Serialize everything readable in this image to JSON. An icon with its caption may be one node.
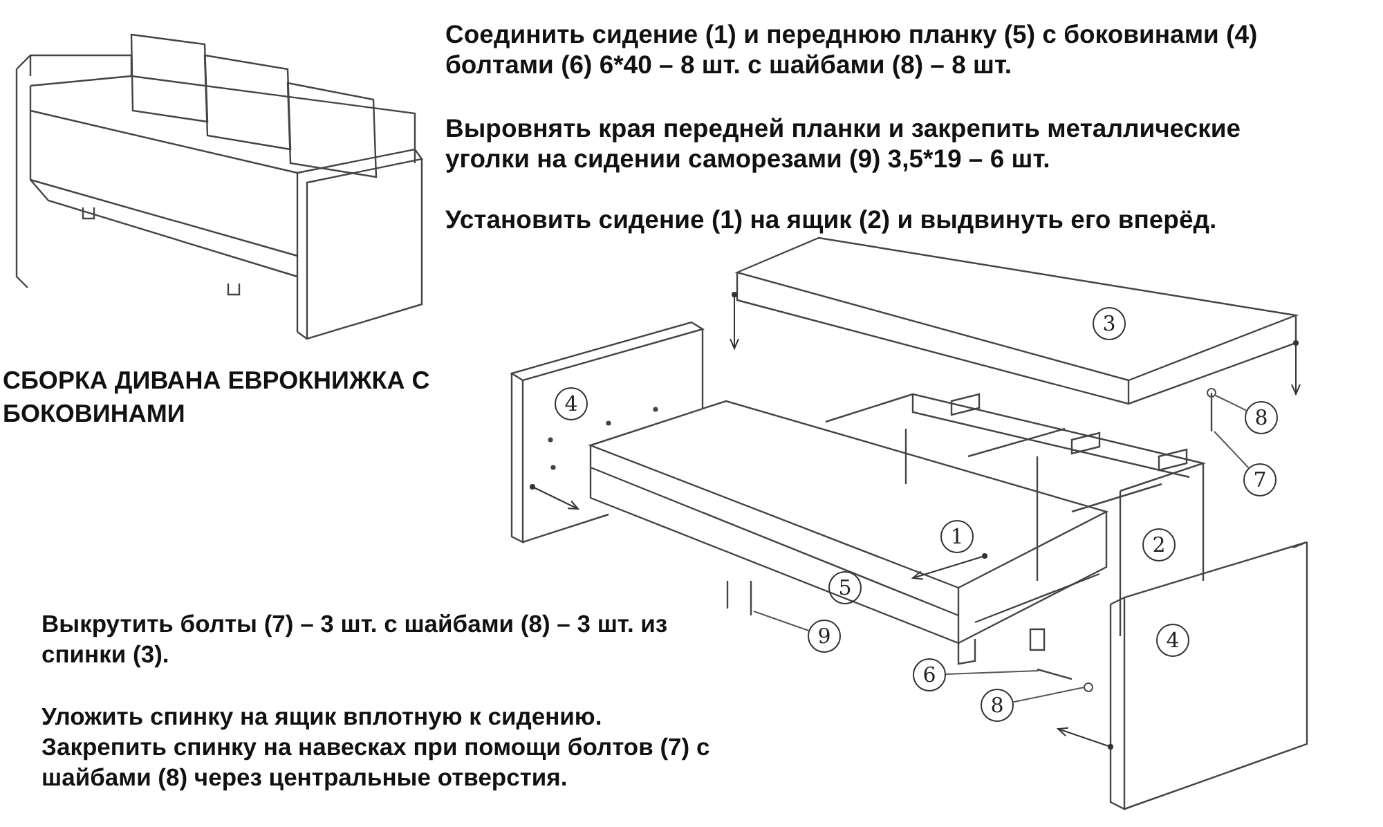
{
  "diagram": {
    "title": "СБОРКА ДИВАНА ЕВРОКНИЖКА С БОКОВИНАМИ",
    "nodes": [
      {
        "text": [
          "3"
        ]
      },
      {
        "text": [
          "4"
        ]
      },
      {
        "text": [
          "8"
        ]
      },
      {
        "text": [
          "7"
        ]
      },
      {
        "text": [
          "1"
        ]
      },
      {
        "text": [
          "2"
        ]
      },
      {
        "text": [
          "5"
        ]
      },
      {
        "text": [
          "9"
        ]
      },
      {
        "text": [
          "4"
        ]
      },
      {
        "text": [
          "6"
        ]
      },
      {
        "text": [
          "8"
        ]
      }
    ],
    "edges": [
      {
        "from": 2,
        "to": null,
        "arrow": "none"
      },
      {
        "from": 3,
        "to": null,
        "arrow": "none"
      },
      {
        "from": 7,
        "to": null,
        "arrow": "none"
      },
      {
        "from": 9,
        "to": null,
        "arrow": "none"
      },
      {
        "from": 10,
        "to": null,
        "arrow": "none"
      }
    ],
    "labels": [
      "Соединить сидение (1) и переднюю планку (5) с боковинами (4) болтами (6) 6*40 – 8 шт. с шайбами (8) – 8 шт.",
      "Выровнять края передней планки и закрепить металлические уголки на сидении саморезами (9) 3,5*19 – 6 шт.",
      "Установить сидение (1) на ящик (2) и выдвинуть его вперёд.",
      "Выкрутить болты (7) – 3 шт. с шайбами (8) – 3 шт. из спинки (3).",
      "Уложить спинку на ящик вплотную к сидению.",
      "Закрепить спинку на навесках при помощи болтов (7) с шайбами (8) через центральные отверстия."
    ]
  }
}
